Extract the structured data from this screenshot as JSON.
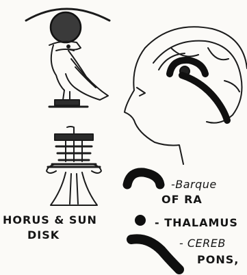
{
  "caption": {
    "line1": "HORUS & SUN",
    "line2": "DISK"
  },
  "legend": [
    {
      "symbol": "barque-icon",
      "line1": "-Barque",
      "line2": "OF RA"
    },
    {
      "symbol": "dot-icon",
      "line1": "- THALAMUS"
    },
    {
      "symbol": "tail-icon",
      "line1": "- CEREB",
      "line2": "PONS,"
    }
  ],
  "colors": {
    "ink": "#151515",
    "sun_disk": "#3a3a3a",
    "paper": "#fbfaf7"
  }
}
